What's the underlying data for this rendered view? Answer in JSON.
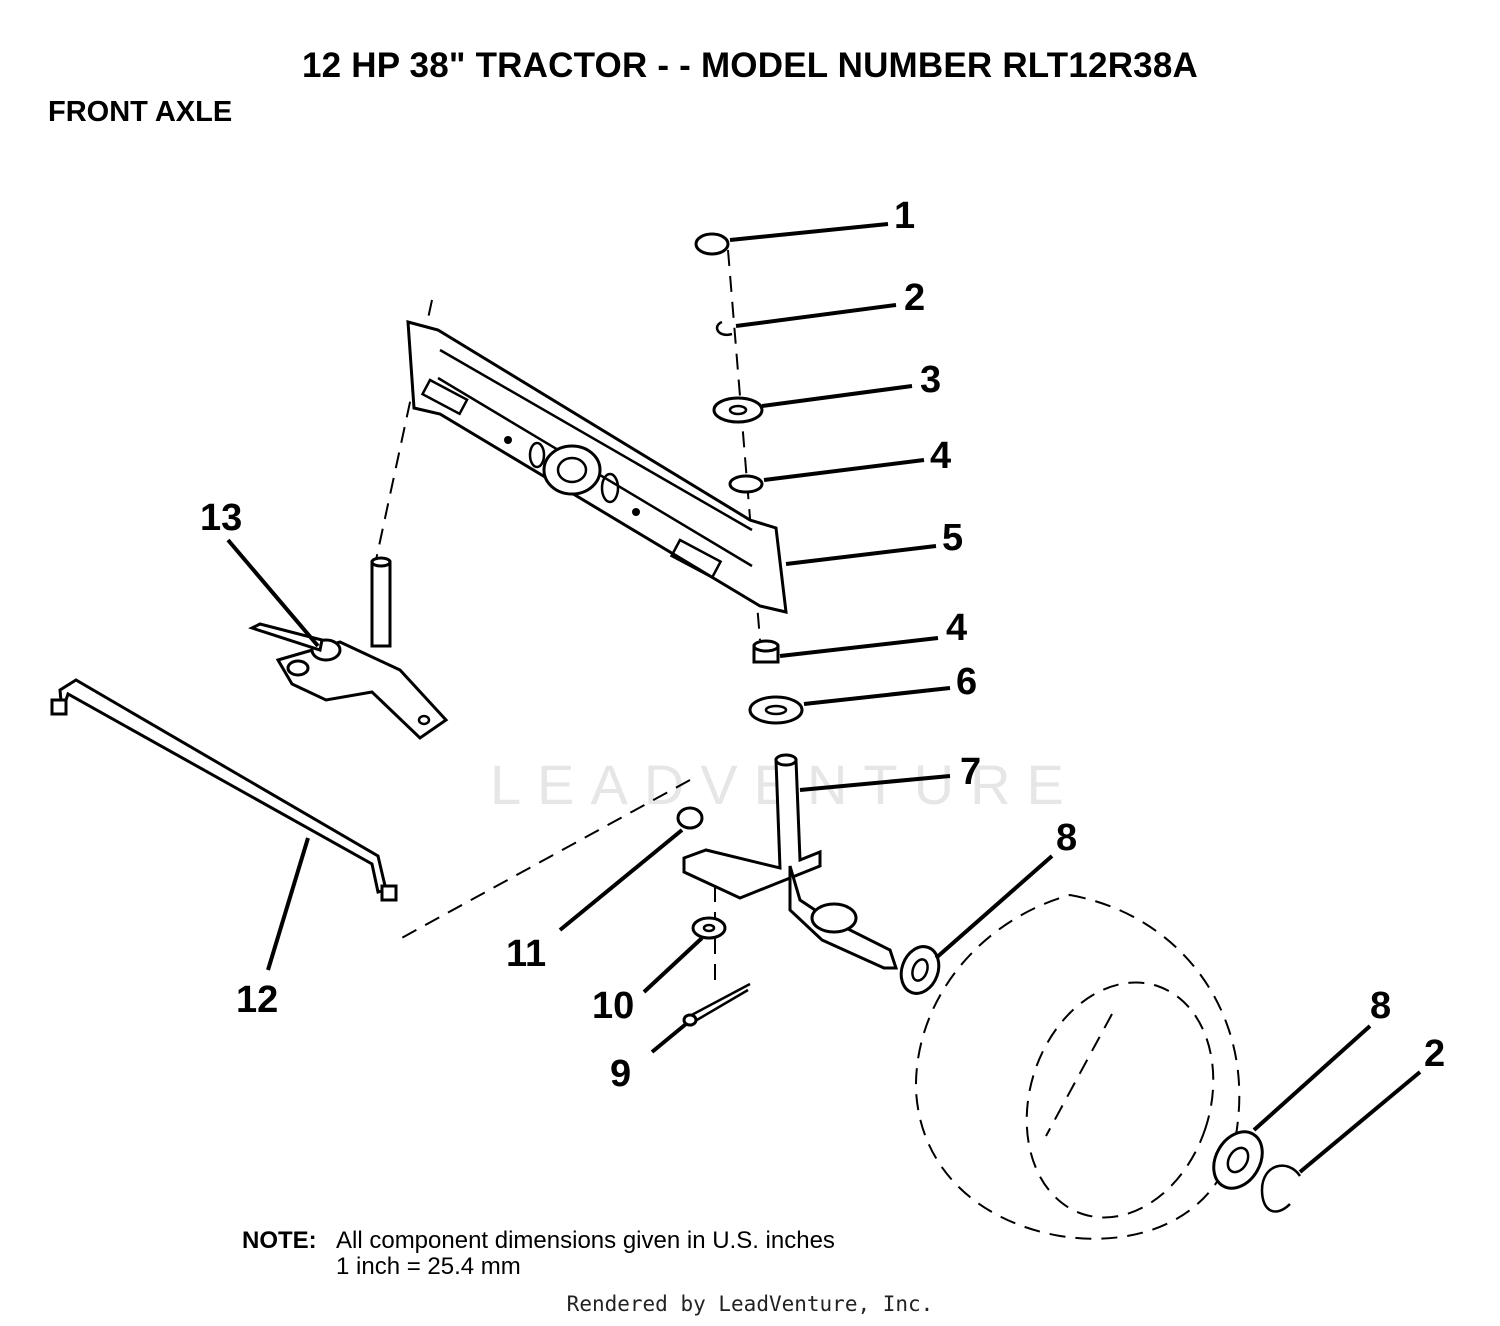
{
  "header": {
    "title": "12 HP 38\" TRACTOR - - MODEL NUMBER RLT12R38A",
    "subtitle": "FRONT AXLE"
  },
  "callouts": [
    {
      "id": "c1",
      "label": "1"
    },
    {
      "id": "c2a",
      "label": "2"
    },
    {
      "id": "c3",
      "label": "3"
    },
    {
      "id": "c4a",
      "label": "4"
    },
    {
      "id": "c5",
      "label": "5"
    },
    {
      "id": "c4b",
      "label": "4"
    },
    {
      "id": "c6",
      "label": "6"
    },
    {
      "id": "c7",
      "label": "7"
    },
    {
      "id": "c8a",
      "label": "8"
    },
    {
      "id": "c11",
      "label": "11"
    },
    {
      "id": "c10",
      "label": "10"
    },
    {
      "id": "c9",
      "label": "9"
    },
    {
      "id": "c12",
      "label": "12"
    },
    {
      "id": "c13",
      "label": "13"
    },
    {
      "id": "c8b",
      "label": "8"
    },
    {
      "id": "c2b",
      "label": "2"
    }
  ],
  "watermark": "LEADVENTURE",
  "note": {
    "label": "NOTE:",
    "line1": "All component dimensions given in U.S. inches",
    "line2": "1 inch = 25.4 mm"
  },
  "footer": "Rendered by LeadVenture, Inc."
}
